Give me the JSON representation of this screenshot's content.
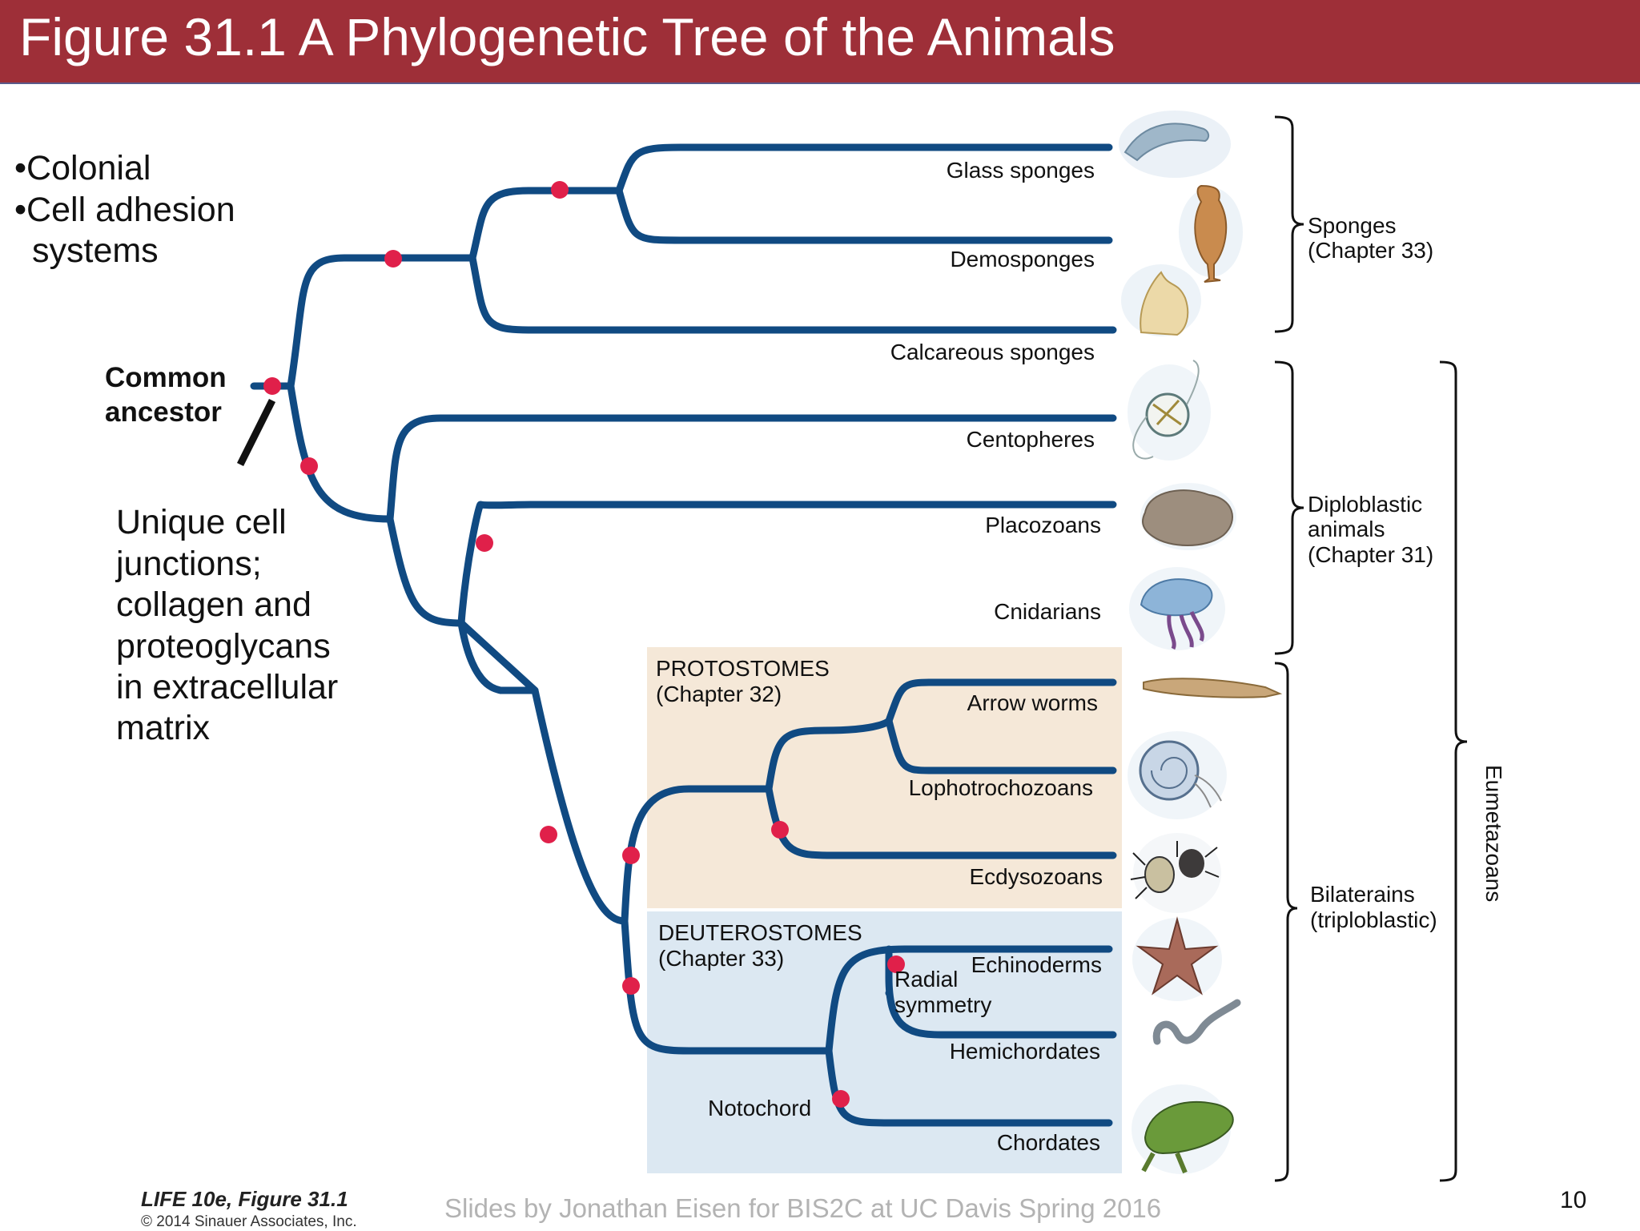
{
  "title": "Figure 31.1  A Phylogenetic Tree of the Animals",
  "traits": {
    "colonial": "•Colonial",
    "adhesion_1": "•Cell adhesion",
    "adhesion_2": "systems",
    "junctions": [
      "Unique cell",
      "junctions;",
      "collagen and",
      "proteoglycans",
      "in extracellular",
      "matrix"
    ]
  },
  "ancestor": [
    "Common",
    "ancestor"
  ],
  "taxa": {
    "glass_sponges": "Glass sponges",
    "demosponges": "Demosponges",
    "calcareous_sponges": "Calcareous sponges",
    "ctenophores": "Centopheres",
    "placozoans": "Placozoans",
    "cnidarians": "Cnidarians",
    "arrow_worms": "Arrow worms",
    "lophotrochozoans": "Lophotrochozoans",
    "ecdysozoans": "Ecdysozoans",
    "echinoderms": "Echinoderms",
    "hemichordates": "Hemichordates",
    "chordates": "Chordates"
  },
  "boxes": {
    "protostomes": [
      "PROTOSTOMES",
      "(Chapter 32)"
    ],
    "deuterostomes": [
      "DEUTEROSTOMES",
      "(Chapter 33)"
    ]
  },
  "synapomorphies": {
    "radial": [
      "Radial",
      "symmetry"
    ],
    "notochord": "Notochord"
  },
  "groups": {
    "sponges": [
      "Sponges",
      "(Chapter 33)"
    ],
    "diploblastic": [
      "Diploblastic",
      "animals",
      "(Chapter 31)"
    ],
    "bilaterians": [
      "Bilaterains",
      "(triploblastic)"
    ],
    "eumetazoans": "Eumetazoans"
  },
  "footer": {
    "book": "LIFE 10e, Figure 31.1",
    "copyright": "© 2014 Sinauer Associates, Inc.",
    "credit": "Slides by Jonathan Eisen for BIS2C at UC Davis Spring 2016",
    "page_number": "10"
  },
  "colors": {
    "title_bar": "#9e2f38",
    "branch": "#104a82",
    "marker": "#e0204a",
    "protostome_box": "#f5e8d8",
    "deuterostome_box": "#dce8f2"
  }
}
